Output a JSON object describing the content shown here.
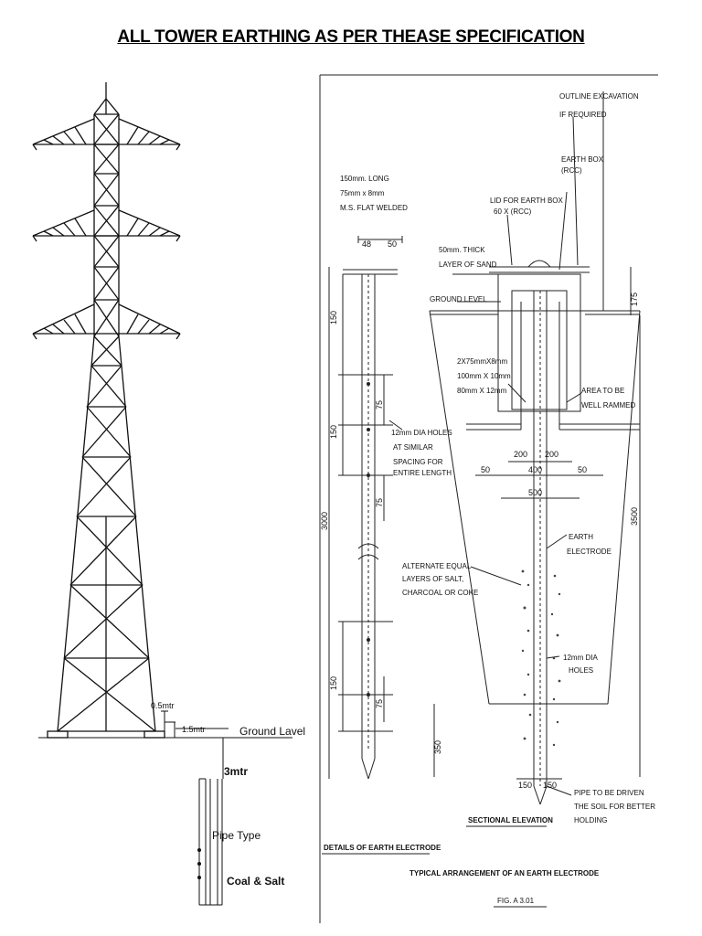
{
  "title": "ALL TOWER EARTHING AS PER THEASE SPECIFICATION",
  "tower": {
    "label_05": "0.5mtr",
    "label_15": "1.5mtr",
    "ground_label": "Ground Lavel",
    "label_3m": "3mtr",
    "pipe_type": "Pipe Type",
    "coal_salt": "Coal & Salt"
  },
  "drawing": {
    "outline_excavation": "OUTLINE EXCAVATION",
    "if_required": "IF REQUIRED",
    "earth_box": "EARTH BOX",
    "earth_box_rcc": "(RCC)",
    "lid_line1": "LID FOR EARTH BOX",
    "lid_line2": "60 X (RCC)",
    "flat_line1": "150mm. LONG",
    "flat_line2": "75mm x 8mm",
    "flat_line3": "M.S. FLAT WELDED",
    "sand_line1": "50mm. THICK",
    "sand_line2": "LAYER OF SAND",
    "ground_level": "GROUND LEVEL",
    "strip_line1": "2X75mmX8mm",
    "strip_line2": "100mm X 10mm",
    "strip_line3": "80mm X 12mm",
    "ram_line1": "AREA TO BE",
    "ram_line2": "WELL RAMMED",
    "holes_line1": "12mm DIA HOLES",
    "holes_line2": "AT SIMILAR",
    "holes_line3": "SPACING FOR",
    "holes_line4": "ENTIRE LENGTH",
    "electrode_line1": "EARTH",
    "electrode_line2": "ELECTRODE",
    "alt_line1": "ALTERNATE EQUAL",
    "alt_line2": "LAYERS OF SALT,",
    "alt_line3": "CHARCOAL OR COKE",
    "dia_holes_line1": "12mm DIA",
    "dia_holes_line2": "HOLES",
    "pipe_line1": "PIPE TO BE DRIVEN",
    "pipe_line2": "THE SOIL FOR BETTER",
    "pipe_line3": "HOLDING",
    "sectional_elevation": "SECTIONAL ELEVATION",
    "details_caption": "DETAILS OF EARTH ELECTRODE",
    "typical_caption": "TYPICAL ARRANGEMENT OF AN EARTH ELECTRODE",
    "fig_caption": "FIG. A 3.01"
  },
  "dimensions": {
    "d_48": "48",
    "d_50_top": "50",
    "d_150_a": "150",
    "d_150_b": "150",
    "d_150_c": "150",
    "d_75_a": "75",
    "d_75_b": "75",
    "d_75_c": "75",
    "d_3000": "3000",
    "d_350_left": "350",
    "d_175": "175",
    "d_3500": "3500",
    "d_200_l": "200",
    "d_200_r": "200",
    "d_400": "400",
    "d_500": "500",
    "d_50_l": "50",
    "d_50_r": "50",
    "d_150_l_bottom": "150",
    "d_150_r_bottom": "150"
  }
}
